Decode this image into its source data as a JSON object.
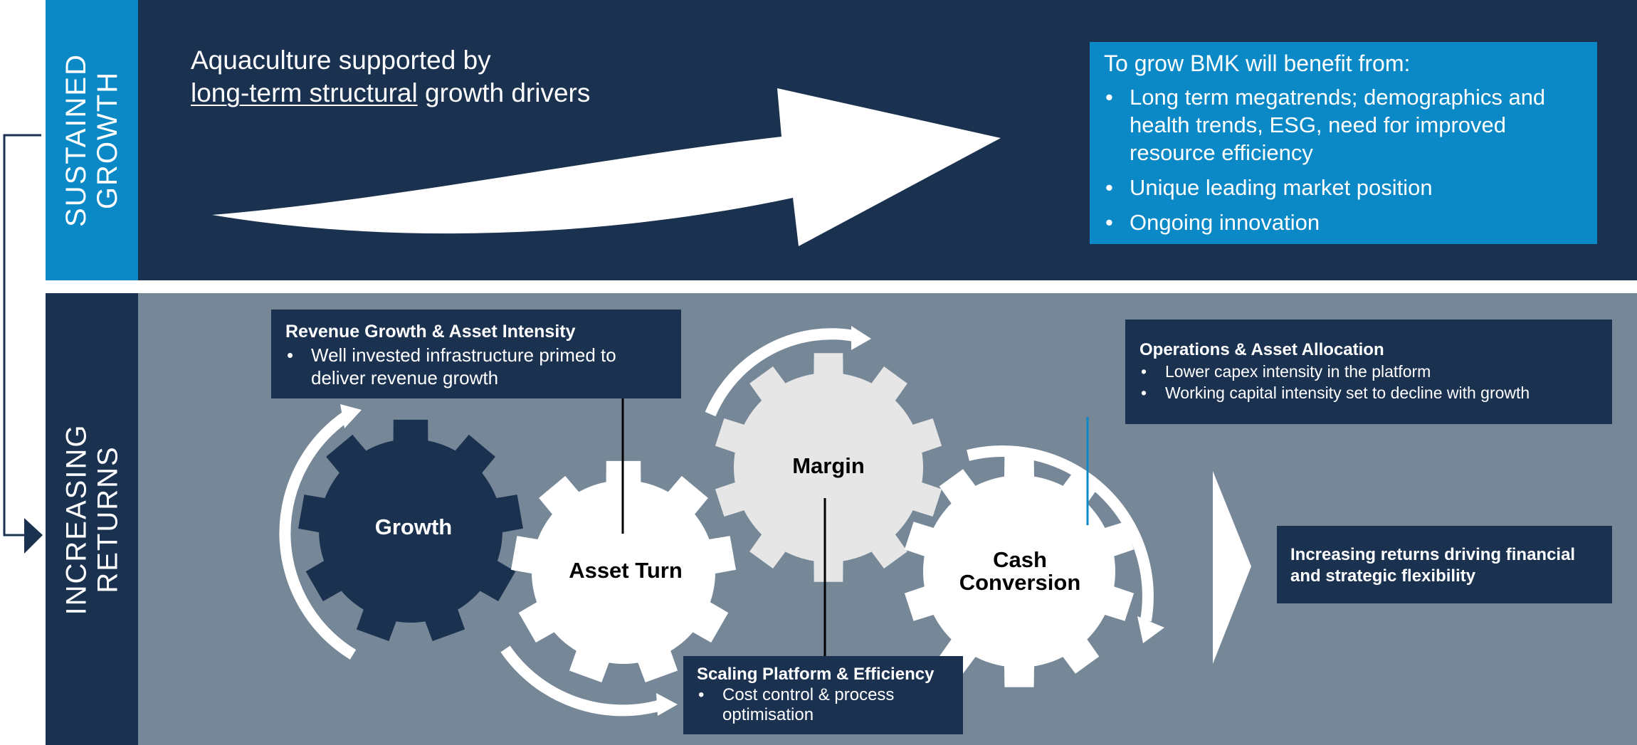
{
  "sustained_growth": {
    "label_line1": "SUSTAINED",
    "label_line2": "GROWTH",
    "headline_line1": "Aquaculture supported by",
    "headline_underlined": "long-term structural",
    "headline_rest": " growth drivers",
    "benefits": {
      "title": "To grow BMK will benefit from:",
      "items": [
        "Long term megatrends;  demographics and health trends, ESG,  need for improved resource efficiency",
        "Unique leading market position",
        "Ongoing innovation"
      ]
    }
  },
  "increasing_returns": {
    "label_line1": "INCREASING",
    "label_line2": "RETURNS",
    "revenue_box": {
      "title": "Revenue Growth & Asset Intensity",
      "items": [
        "Well invested infrastructure primed to deliver revenue growth"
      ]
    },
    "operations_box": {
      "title": "Operations & Asset Allocation",
      "items": [
        "Lower capex intensity in the platform",
        "Working capital intensity set to decline with growth"
      ]
    },
    "scaling_box": {
      "title": "Scaling Platform & Efficiency",
      "items": [
        "Cost control & process optimisation"
      ]
    },
    "result_box": {
      "title": "Increasing returns driving financial and strategic flexibility"
    },
    "gears": {
      "growth": "Growth",
      "asset_turn": "Asset Turn",
      "margin": "Margin",
      "cash_line1": "Cash",
      "cash_line2": "Conversion"
    }
  },
  "colors": {
    "navy": "#1b3150",
    "blue": "#0b88c6",
    "slate": "#768797",
    "light_gear": "#e6e6e6",
    "white": "#ffffff"
  }
}
